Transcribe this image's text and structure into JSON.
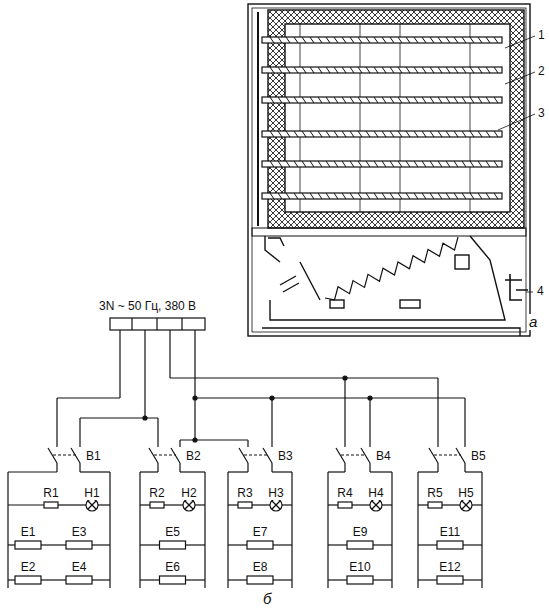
{
  "diagram": {
    "labels": [
      "1",
      "2",
      "3",
      "4",
      "а",
      "3N ~ 50 Гц, 380 В",
      "В1",
      "В2",
      "В3",
      "В4",
      "В5",
      "R1",
      "Н1",
      "R2",
      "Н2",
      "R3",
      "Н3",
      "R4",
      "Н4",
      "R5",
      "Н5",
      "E1",
      "E2",
      "E3",
      "E4",
      "E5",
      "E6",
      "E7",
      "E8",
      "E9",
      "E10",
      "E11",
      "E12",
      "б"
    ]
  }
}
